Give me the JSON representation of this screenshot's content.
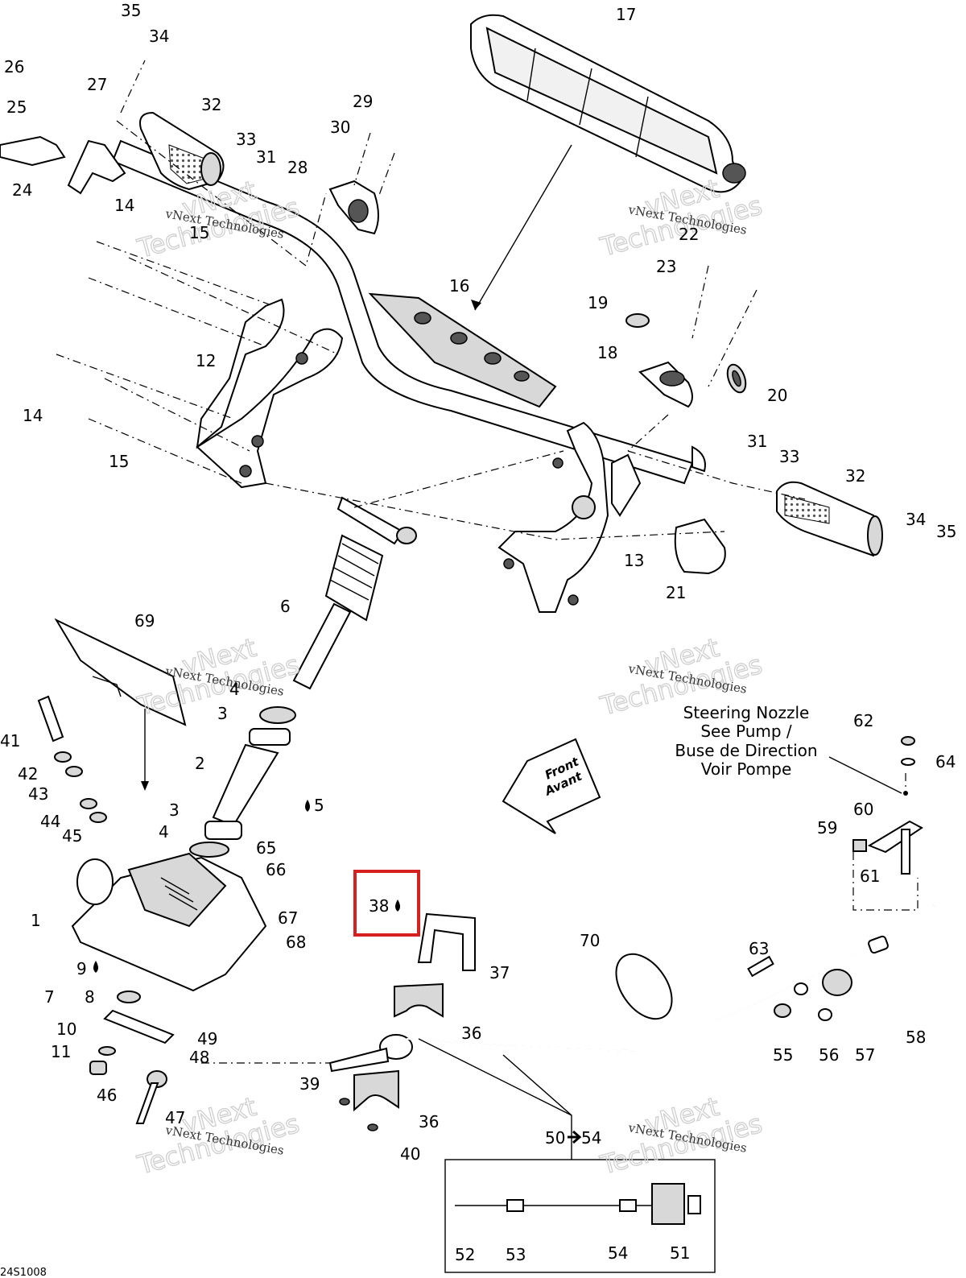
{
  "diagram": {
    "doc_code": "24S1008",
    "watermark": {
      "line1": "vNext",
      "line2": "Technologies",
      "caption": "vNext Technologies"
    },
    "note_steering": [
      "Steering Nozzle",
      "See Pump /",
      "Buse de Direction",
      "Voir Pompe"
    ],
    "front_arrow": {
      "line1": "Front",
      "line2": "Avant"
    },
    "highlight_label": "38",
    "labels": {
      "l35a": "35",
      "l34a": "34",
      "l26": "26",
      "l27": "27",
      "l25": "25",
      "l32a": "32",
      "l33a": "33",
      "l31a": "31",
      "l24": "24",
      "l29": "29",
      "l30": "30",
      "l28": "28",
      "l17": "17",
      "l22": "22",
      "l23": "23",
      "l19": "19",
      "l18": "18",
      "l20": "20",
      "l14a": "14",
      "l15a": "15",
      "l16": "16",
      "l12": "12",
      "l14b": "14",
      "l15b": "15",
      "l31b": "31",
      "l33b": "33",
      "l32b": "32",
      "l34b": "34",
      "l35b": "35",
      "l13": "13",
      "l21": "21",
      "l6": "6",
      "l69": "69",
      "l4a": "4",
      "l3a": "3",
      "l2": "2",
      "l5": "5",
      "l3b": "3",
      "l4b": "4",
      "l41": "41",
      "l42": "42",
      "l43": "43",
      "l44": "44",
      "l45": "45",
      "l65": "65",
      "l66": "66",
      "l1": "1",
      "l67": "67",
      "l68": "68",
      "l9": "9",
      "l8": "8",
      "l7": "7",
      "l10": "10",
      "l11": "11",
      "l49": "49",
      "l48": "48",
      "l46": "46",
      "l47": "47",
      "l37": "37",
      "l36a": "36",
      "l39": "39",
      "l36b": "36",
      "l40": "40",
      "l62": "62",
      "l64": "64",
      "l60": "60",
      "l59": "59",
      "l61": "61",
      "l70": "70",
      "l63": "63",
      "l55": "55",
      "l56": "56",
      "l57": "57",
      "l58": "58",
      "l50": "50",
      "l54a": "54",
      "l52": "52",
      "l53": "53",
      "l54b": "54",
      "l51": "51"
    }
  }
}
